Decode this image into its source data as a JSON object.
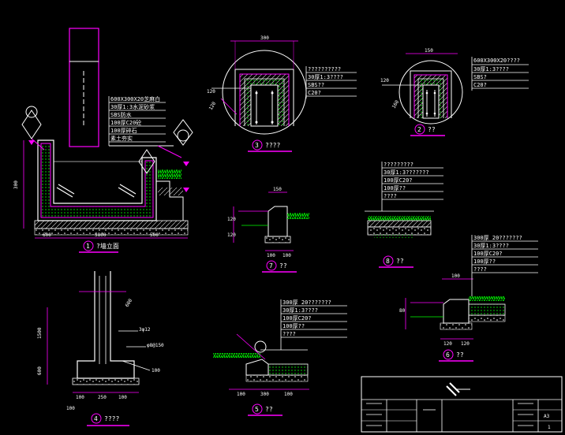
{
  "colors": {
    "background": "#000000",
    "outline": "#ffffff",
    "accent": "#ff00ff",
    "fill": "#00ff00",
    "hatch": "#c0c0c0",
    "dim": "#ff00ff"
  },
  "details": {
    "d1": {
      "num": "1",
      "title": "?墙立面",
      "notes": [
        "600X300X20芝麻白",
        "30厚1:3水泥砂浆",
        "SBS防水",
        "100厚C20砼",
        "100厚碎石",
        "素土夯实"
      ]
    },
    "d2": {
      "num": "2",
      "title": "??",
      "notes": [
        "600X300X20????",
        "30厚1:3????",
        "SBS?",
        "C20?"
      ]
    },
    "d3": {
      "num": "3",
      "title": "????",
      "notes": [
        "??????????",
        "30厚1:3????",
        "SBS??",
        "C20?"
      ]
    },
    "d4": {
      "num": "4",
      "title": "????",
      "notes": [
        "3φ12",
        "φ8@150",
        "100"
      ]
    },
    "d5": {
      "num": "5",
      "title": "??",
      "notes": [
        "300厚 20???????",
        "30厚1:3????",
        "100厚C20?",
        "100厚??",
        "????"
      ]
    },
    "d6": {
      "num": "6",
      "title": "??",
      "notes": [
        "300厚 20???????",
        "30厚1:3????",
        "100厚C20?",
        "100厚??",
        "????"
      ]
    },
    "d7": {
      "num": "7",
      "title": "??"
    },
    "d8": {
      "num": "8",
      "title": "??",
      "notes": [
        "?????????",
        "30厚1:3???????",
        "100厚C20?",
        "100厚??",
        "????"
      ]
    }
  },
  "dims": {
    "d1": [
      "600",
      "5800",
      "500",
      "300"
    ],
    "d2": [
      "150",
      "160",
      "120"
    ],
    "d3": [
      "300",
      "120",
      "120"
    ],
    "d4": [
      "1500",
      "600",
      "100",
      "250",
      "100",
      "600",
      "100"
    ],
    "d5": [
      "100",
      "300",
      "100"
    ],
    "d6": [
      "100",
      "80",
      "120",
      "120"
    ],
    "d7": [
      "150",
      "120",
      "120",
      "100",
      "100"
    ]
  },
  "title_block": {
    "sheet": "A3",
    "sheet_no": "1"
  }
}
